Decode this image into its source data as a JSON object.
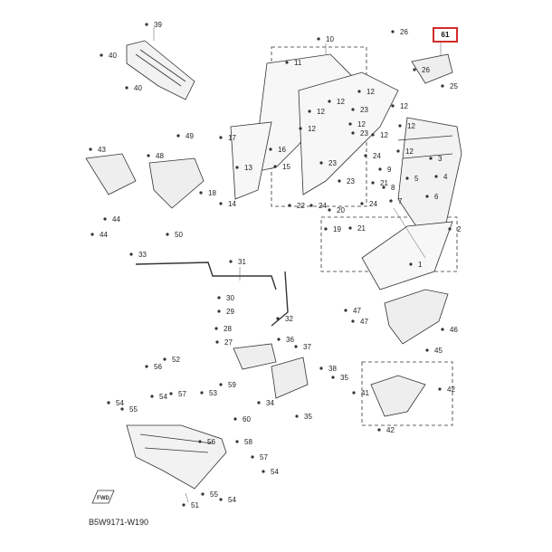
{
  "highlight": {
    "label": "61",
    "color": "#d42a2a"
  },
  "diagram_code": "B5W9171-W190",
  "fwd_label": "FWD",
  "callouts": [
    {
      "id": "c39",
      "text": "39"
    },
    {
      "id": "c40a",
      "text": "40"
    },
    {
      "id": "c40b",
      "text": "40"
    },
    {
      "id": "c10",
      "text": "10"
    },
    {
      "id": "c11",
      "text": "11"
    },
    {
      "id": "c26a",
      "text": "26"
    },
    {
      "id": "c26b",
      "text": "26"
    },
    {
      "id": "c25",
      "text": "25"
    },
    {
      "id": "c12a",
      "text": "12"
    },
    {
      "id": "c12b",
      "text": "12"
    },
    {
      "id": "c12c",
      "text": "12"
    },
    {
      "id": "c12d",
      "text": "12"
    },
    {
      "id": "c12e",
      "text": "12"
    },
    {
      "id": "c12f",
      "text": "12"
    },
    {
      "id": "c12g",
      "text": "12"
    },
    {
      "id": "c12h",
      "text": "12"
    },
    {
      "id": "c12i",
      "text": "12"
    },
    {
      "id": "c17",
      "text": "17"
    },
    {
      "id": "c23a",
      "text": "23"
    },
    {
      "id": "c23b",
      "text": "23"
    },
    {
      "id": "c23c",
      "text": "23"
    },
    {
      "id": "c23d",
      "text": "23"
    },
    {
      "id": "c16",
      "text": "16"
    },
    {
      "id": "c15",
      "text": "15"
    },
    {
      "id": "c13",
      "text": "13"
    },
    {
      "id": "c14",
      "text": "14"
    },
    {
      "id": "c18",
      "text": "18"
    },
    {
      "id": "c49",
      "text": "49"
    },
    {
      "id": "c48",
      "text": "48"
    },
    {
      "id": "c43",
      "text": "43"
    },
    {
      "id": "c44a",
      "text": "44"
    },
    {
      "id": "c44b",
      "text": "44"
    },
    {
      "id": "c50",
      "text": "50"
    },
    {
      "id": "c24a",
      "text": "24"
    },
    {
      "id": "c24b",
      "text": "24"
    },
    {
      "id": "c24c",
      "text": "24"
    },
    {
      "id": "c22",
      "text": "22"
    },
    {
      "id": "c21a",
      "text": "21"
    },
    {
      "id": "c21b",
      "text": "21"
    },
    {
      "id": "c20",
      "text": "20"
    },
    {
      "id": "c19",
      "text": "19"
    },
    {
      "id": "c9",
      "text": "9"
    },
    {
      "id": "c8",
      "text": "8"
    },
    {
      "id": "c7",
      "text": "7"
    },
    {
      "id": "c5",
      "text": "5"
    },
    {
      "id": "c3",
      "text": "3"
    },
    {
      "id": "c4",
      "text": "4"
    },
    {
      "id": "c6",
      "text": "6"
    },
    {
      "id": "c2",
      "text": "2"
    },
    {
      "id": "c1",
      "text": "1"
    },
    {
      "id": "c33",
      "text": "33"
    },
    {
      "id": "c31",
      "text": "31"
    },
    {
      "id": "c30",
      "text": "30"
    },
    {
      "id": "c29",
      "text": "29"
    },
    {
      "id": "c32",
      "text": "32"
    },
    {
      "id": "c28",
      "text": "28"
    },
    {
      "id": "c27",
      "text": "27"
    },
    {
      "id": "c36",
      "text": "36"
    },
    {
      "id": "c37",
      "text": "37"
    },
    {
      "id": "c38",
      "text": "38"
    },
    {
      "id": "c34",
      "text": "34"
    },
    {
      "id": "c35a",
      "text": "35"
    },
    {
      "id": "c35b",
      "text": "35"
    },
    {
      "id": "c47a",
      "text": "47"
    },
    {
      "id": "c47b",
      "text": "47"
    },
    {
      "id": "c46",
      "text": "46"
    },
    {
      "id": "c45",
      "text": "45"
    },
    {
      "id": "c41",
      "text": "41"
    },
    {
      "id": "c42a",
      "text": "42"
    },
    {
      "id": "c42b",
      "text": "42"
    },
    {
      "id": "c56a",
      "text": "56"
    },
    {
      "id": "c52",
      "text": "52"
    },
    {
      "id": "c54a",
      "text": "54"
    },
    {
      "id": "c57",
      "text": "57"
    },
    {
      "id": "c53",
      "text": "53"
    },
    {
      "id": "c59",
      "text": "59"
    },
    {
      "id": "c55a",
      "text": "55"
    },
    {
      "id": "c54b",
      "text": "54"
    },
    {
      "id": "c60",
      "text": "60"
    },
    {
      "id": "c56b",
      "text": "56"
    },
    {
      "id": "c58",
      "text": "58"
    },
    {
      "id": "c57b",
      "text": "57"
    },
    {
      "id": "c54c",
      "text": "54"
    },
    {
      "id": "c51",
      "text": "51"
    },
    {
      "id": "c55b",
      "text": "55"
    },
    {
      "id": "c54d",
      "text": "54"
    }
  ]
}
